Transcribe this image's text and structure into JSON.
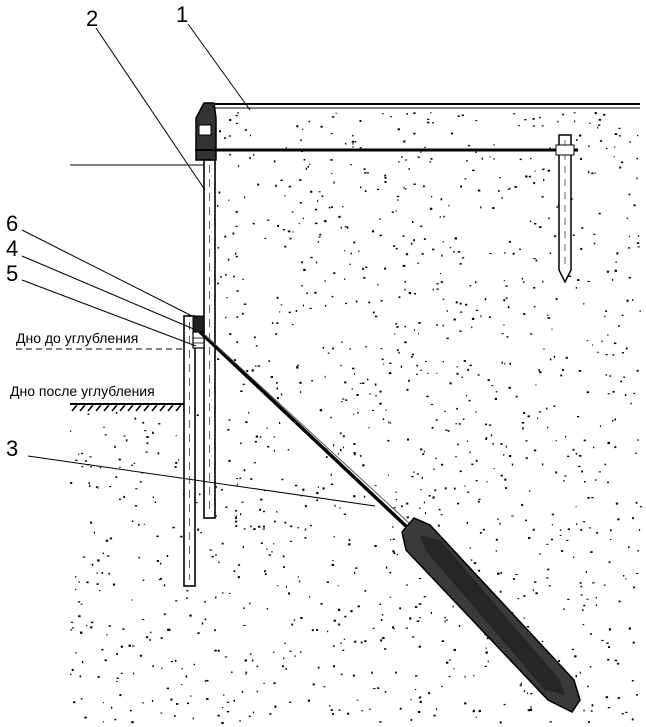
{
  "callouts": {
    "c1": "1",
    "c2": "2",
    "c3": "3",
    "c4": "4",
    "c5": "5",
    "c6": "6"
  },
  "labels": {
    "bottom_before": "Дно до углубления",
    "bottom_after": "Дно после углубления"
  },
  "colors": {
    "line": "#000000",
    "background": "#ffffff",
    "soil_dots": "#000000",
    "anchor_fill": "#2a2a2a"
  }
}
